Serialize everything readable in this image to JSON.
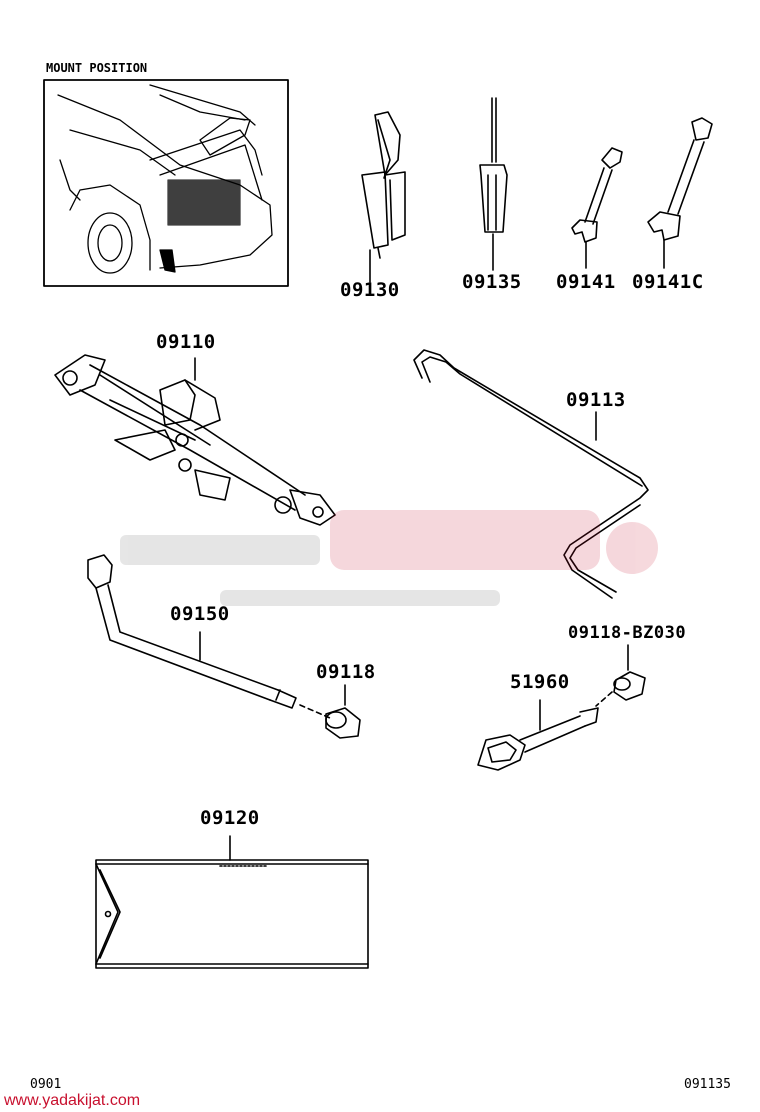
{
  "mount_position_label": "MOUNT POSITION",
  "parts": {
    "pliers": "09130",
    "screwdriver": "09135",
    "wrench_small": "09141",
    "wrench_large": "09141C",
    "jack": "09110",
    "jack_handle": "09113",
    "lug_wrench": "09150",
    "cap": "09118",
    "cap_bz": "09118-BZ030",
    "towing_eye": "51960",
    "tool_bag": "09120"
  },
  "footer": {
    "left_code": "0901",
    "right_code": "091135"
  },
  "watermark": {
    "url": "www.yadakijat.com",
    "color": "#c8102e"
  }
}
